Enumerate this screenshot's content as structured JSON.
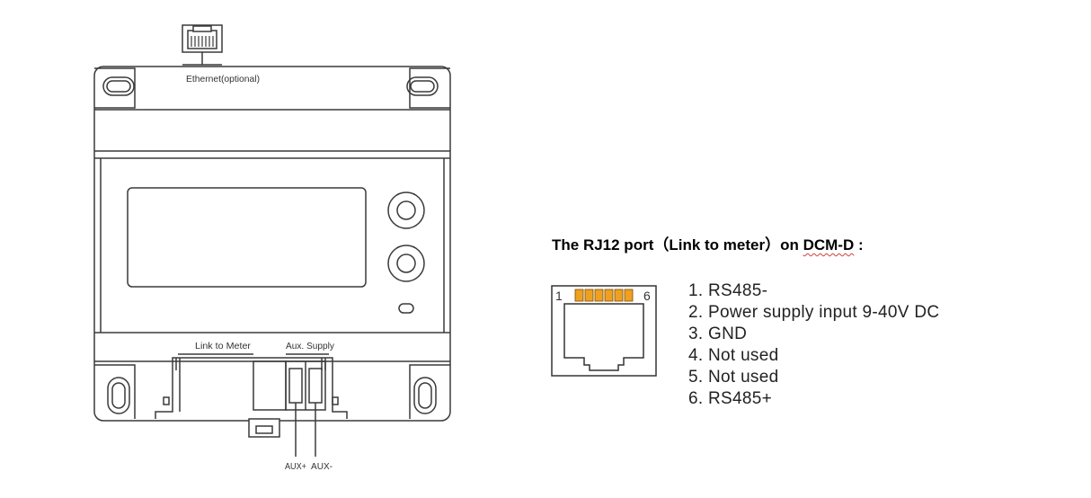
{
  "device": {
    "ethernet_label": "Ethernet(optional)",
    "link_label": "Link to Meter",
    "aux_label": "Aux. Supply",
    "aux_plus_label": "AUX+",
    "aux_minus_label": "AUX-"
  },
  "rj12": {
    "title_part1": "The RJ12 port（Link to meter）on ",
    "title_part2": "DCM-D",
    "title_part3": " :",
    "pin_first": "1",
    "pin_last": "6",
    "pins": [
      "1. RS485-",
      "2. Power supply input 9-40V DC",
      "3. GND",
      "4. Not used",
      "5. Not used",
      "6. RS485+"
    ],
    "pin_color": "#f0a020"
  }
}
